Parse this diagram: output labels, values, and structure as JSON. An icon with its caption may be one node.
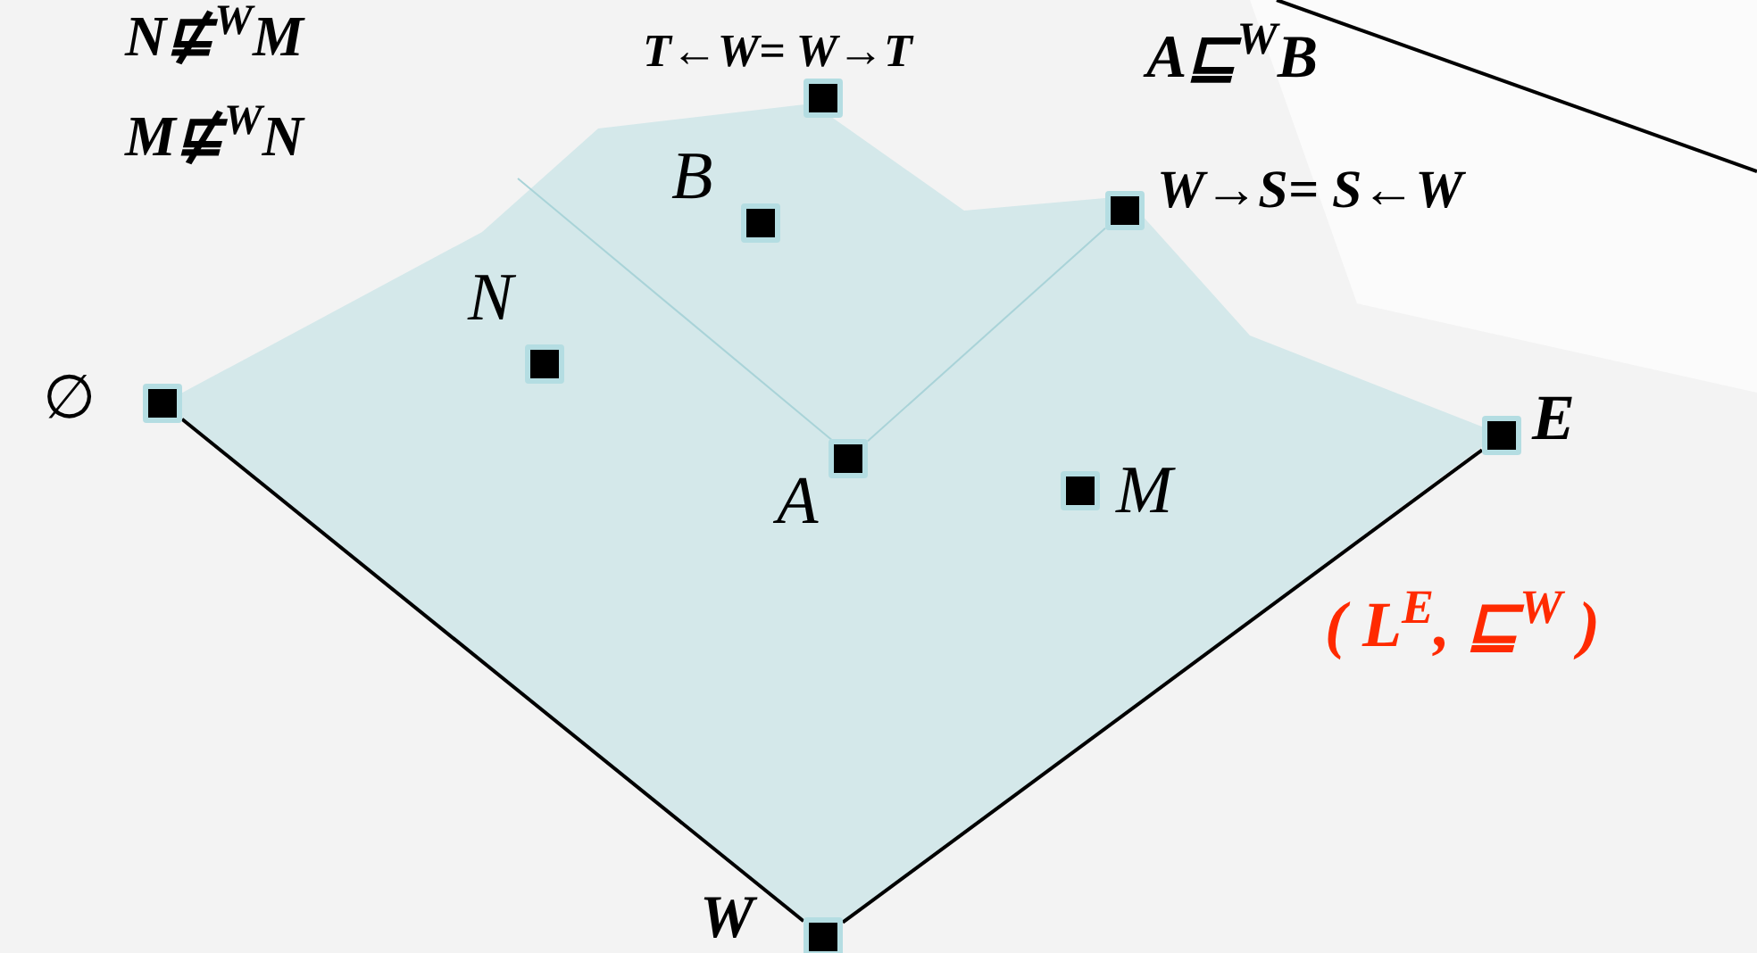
{
  "diagram": {
    "nodes": [
      {
        "text": [],
        "shape": "box",
        "beside": [
          "∅"
        ]
      },
      {
        "text": [],
        "shape": "box",
        "beside": [
          "N"
        ]
      },
      {
        "text": [],
        "shape": "box",
        "beside": [
          "B"
        ]
      },
      {
        "text": [],
        "shape": "box",
        "beside": [
          "T←W= W→T"
        ]
      },
      {
        "text": [],
        "shape": "box",
        "beside": [
          "W→S= S←W"
        ]
      },
      {
        "text": [],
        "shape": "box",
        "beside": [
          "A"
        ]
      },
      {
        "text": [],
        "shape": "box",
        "beside": [
          "M"
        ]
      },
      {
        "text": [],
        "shape": "box",
        "beside": [
          "E"
        ]
      },
      {
        "text": [],
        "shape": "box",
        "beside": [
          "W"
        ]
      }
    ],
    "edges": [
      {
        "from": 0,
        "to": 8,
        "arrow": "none"
      },
      {
        "from": 8,
        "to": 7,
        "arrow": "none"
      },
      {
        "from": 5,
        "to": 4,
        "arrow": "none",
        "color": "#a9d3d8"
      }
    ],
    "labels": [
      "N⋢$^{W}$M",
      "M⋢$^{W}$N",
      "A⊑$^{W}$B",
      "( L$^{E}$, ⊑$^{W}$ )"
    ]
  }
}
